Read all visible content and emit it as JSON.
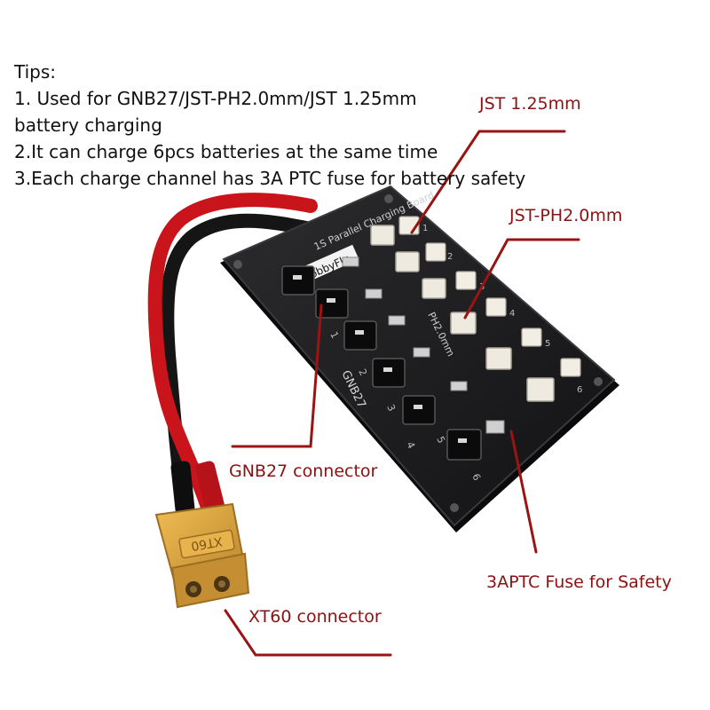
{
  "tips": {
    "heading": "Tips:",
    "lines": [
      "1. Used for GNB27/JST-PH2.0mm/JST 1.25mm",
      "battery charging",
      "2.It can charge 6pcs batteries at the same time",
      "3.Each charge channel has 3A PTC fuse for battery safety"
    ]
  },
  "callouts": {
    "jst125": "JST 1.25mm",
    "jstph": "JST-PH2.0mm",
    "gnb27": "GNB27 connector",
    "fuse": "3APTC Fuse for Safety",
    "xt60": "XT60 connector"
  },
  "board": {
    "title": "1S Parallel Charging Board",
    "brand": "HobbyFly",
    "gnb_label": "GNB27",
    "ph_label": "PH2.0mm",
    "channel_numbers": [
      "1",
      "2",
      "3",
      "4",
      "5",
      "6"
    ]
  },
  "plug_marking": "XT60",
  "colors": {
    "callout_line": "#9a1414",
    "callout_text": "#8a1212",
    "board": "#1d1d1f",
    "wire_red": "#c8141a",
    "wire_black": "#151515",
    "plug": "#d8a23a",
    "jst_white": "#eeeae0"
  }
}
